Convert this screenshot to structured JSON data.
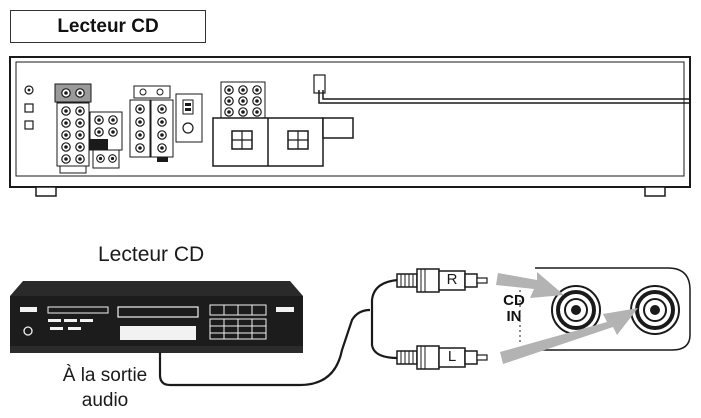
{
  "header": {
    "title": "Lecteur CD"
  },
  "player": {
    "title": "Lecteur CD"
  },
  "output": {
    "line1": "À la sortie",
    "line2": "audio"
  },
  "plugs": {
    "right": "R",
    "left": "L"
  },
  "jack": {
    "line1": "CD",
    "line2": "IN"
  },
  "colors": {
    "highlight": "#9a9a9a",
    "arrow": "#b3b3b3",
    "ink": "#1a1a1a"
  }
}
